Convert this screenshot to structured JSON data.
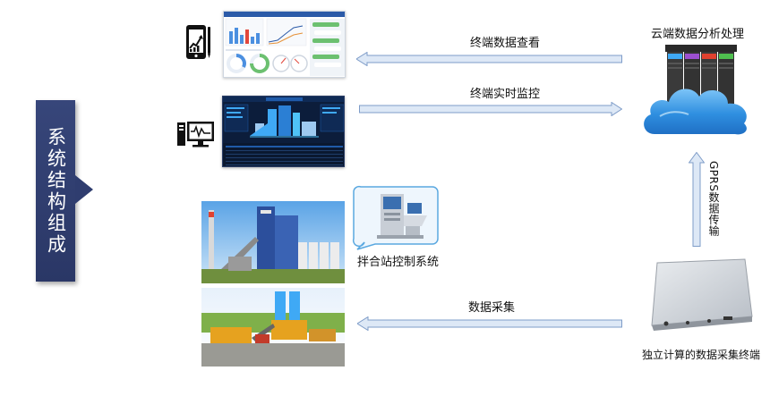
{
  "banner": {
    "title": "系统结构组成"
  },
  "labels": {
    "terminal_view": "终端数据查看",
    "realtime_monitor": "终端实时监控",
    "data_collection": "数据采集",
    "gprs": "GPRS数据传输",
    "cloud": "云端数据分析处理",
    "control_system": "拌合站控制系统",
    "terminal_device": "独立计算的数据采集终端"
  },
  "colors": {
    "banner": "#2f3d6f",
    "arrow_fill": "#dde8f6",
    "arrow_stroke": "#7e9cc8",
    "cloud": "#2f8fe0"
  },
  "icons": [
    "mobile-chart-icon",
    "monitor-waveform-icon",
    "server-rack-icon",
    "cloud-icon",
    "control-console-icon",
    "data-terminal-box-icon"
  ]
}
